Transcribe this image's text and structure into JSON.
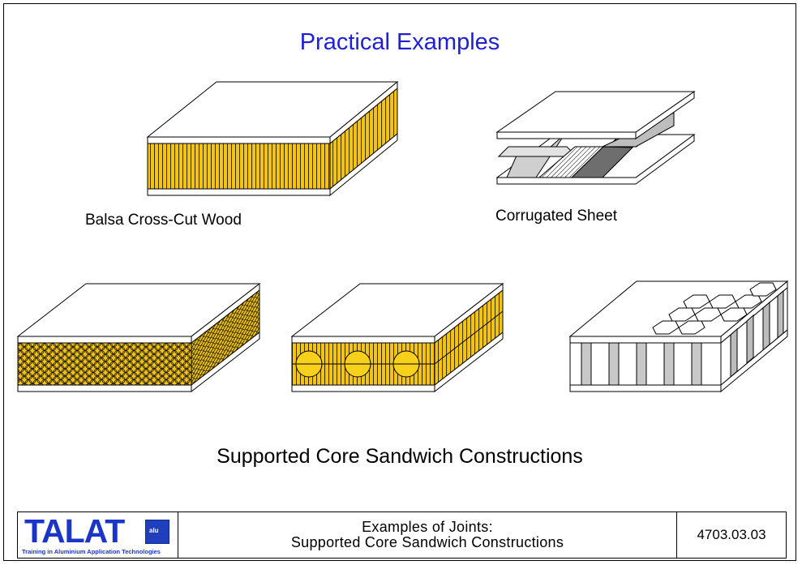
{
  "title": "Practical Examples",
  "captions": {
    "balsa": "Balsa Cross-Cut Wood",
    "corrugated": "Corrugated Sheet",
    "main": "Supported Core Sandwich Constructions"
  },
  "footer": {
    "logo_text": "TALAT",
    "logo_flag_text": "alu",
    "logo_subtitle": "Training in Aluminium Application Technologies",
    "description_line1": "Examples of Joints:",
    "description_line2": "Supported Core Sandwich Constructions",
    "code": "4703.03.03"
  },
  "colors": {
    "title": "#1f1fd6",
    "core_yellow": "#f2c418",
    "logo_blue": "#1b35c8"
  }
}
